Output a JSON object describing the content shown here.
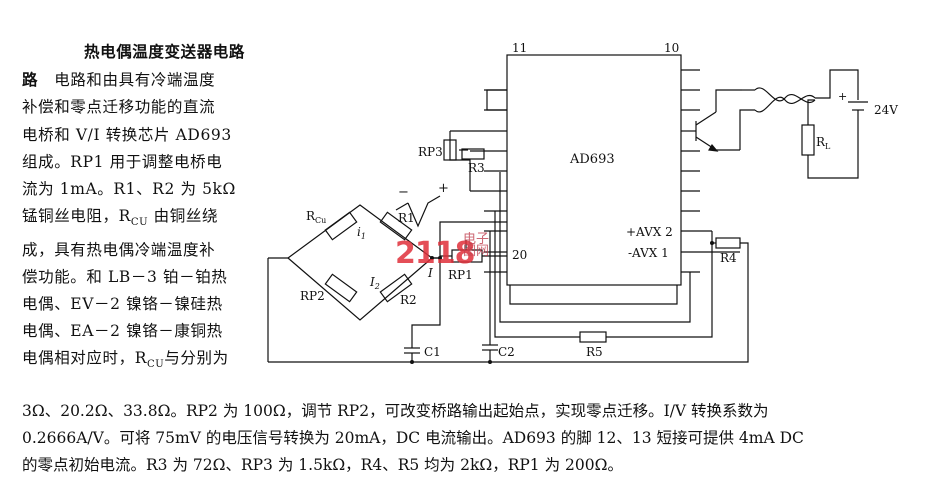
{
  "article": {
    "title": "热电偶温度变送器电路",
    "side_lines": [
      "电路和由具有冷端温度",
      "补偿和零点迁移功能的直流",
      "电桥和 V/I 转换芯片 AD693",
      "组成。RP1 用于调整电桥电",
      "流为 1mA。R1、R2 为 5kΩ",
      "锰铜丝电阻，R",
      "成，具有热电偶冷端温度补",
      "偿功能。和 LB－3 铂－铂热",
      "电偶、EV－2 镍铬－镍硅热",
      "电偶、EA－2 镍铬－康铜热",
      "电偶相对应时，R"
    ],
    "line6_sub": "CU",
    "line6_tail": " 由铜丝绕",
    "line11_sub": "CU",
    "line11_tail": "与分别为",
    "bottom_lines": [
      "3Ω、20.2Ω、33.8Ω。RP2 为 100Ω，调节 RP2，可改变桥路输出起始点，实现零点迁移。I/V 转换系数为",
      "0.2666A/V。可将 75mV 的电压信号转换为 20mA，DC 电流输出。AD693 的脚 12、13 短接可提供 4mA DC",
      "的零点初始电流。R3 为 72Ω、RP3 为 1.5kΩ，R4、R5 均为 2kΩ，RP1 为 200Ω。"
    ]
  },
  "circuit": {
    "chip": "AD693",
    "pin_11": "11",
    "pin_10": "10",
    "pin_avx2": "+AVX 2",
    "pin_avx1": "-AVX 1",
    "pin_20": "20",
    "rp3": "RP3",
    "r3": "R3",
    "rcu": "R",
    "rcu_sub": "Cu",
    "r1": "R1",
    "r2": "R2",
    "rp2": "RP2",
    "rp1": "RP1",
    "r4": "R4",
    "r5": "R5",
    "c1": "C1",
    "c2": "C2",
    "rl": "R",
    "rl_sub": "L",
    "supply": "24V",
    "i1": "i",
    "i1_sub": "1",
    "i2": "I",
    "i2_sub": "2",
    "i": "I",
    "minus": "−",
    "plus": "+"
  },
  "watermark": {
    "main": "2118",
    "sub1": "电子",
    "sub2": "图网"
  }
}
